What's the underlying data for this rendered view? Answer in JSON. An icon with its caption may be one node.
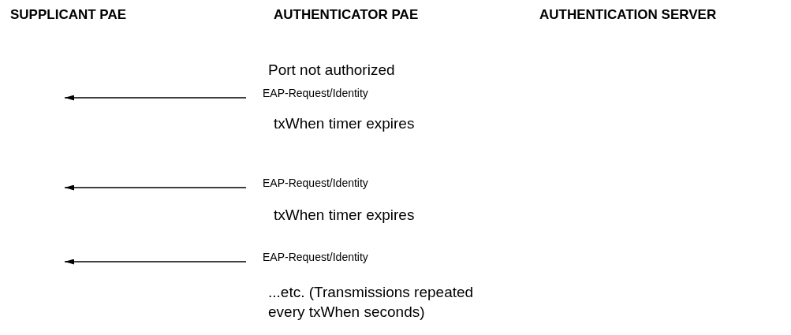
{
  "diagram": {
    "nodes": [
      {
        "text": [
          "EAP-Request/Identity"
        ]
      },
      {
        "text": [
          "EAP-Request/Identity"
        ]
      },
      {
        "text": [
          "EAP-Request/Identity"
        ]
      }
    ],
    "edges": [
      {
        "from": 0,
        "to": null,
        "arrow": "to"
      },
      {
        "from": 1,
        "to": null,
        "arrow": "to"
      },
      {
        "from": 2,
        "to": null,
        "arrow": "to"
      }
    ],
    "labels": [
      "SUPPLICANT PAE",
      "AUTHENTICATOR PAE",
      "AUTHENTICATION SERVER",
      "Port not authorized",
      "txWhen timer expires",
      "txWhen timer expires",
      "...etc. (Transmissions repeated every txWhen seconds)"
    ]
  }
}
